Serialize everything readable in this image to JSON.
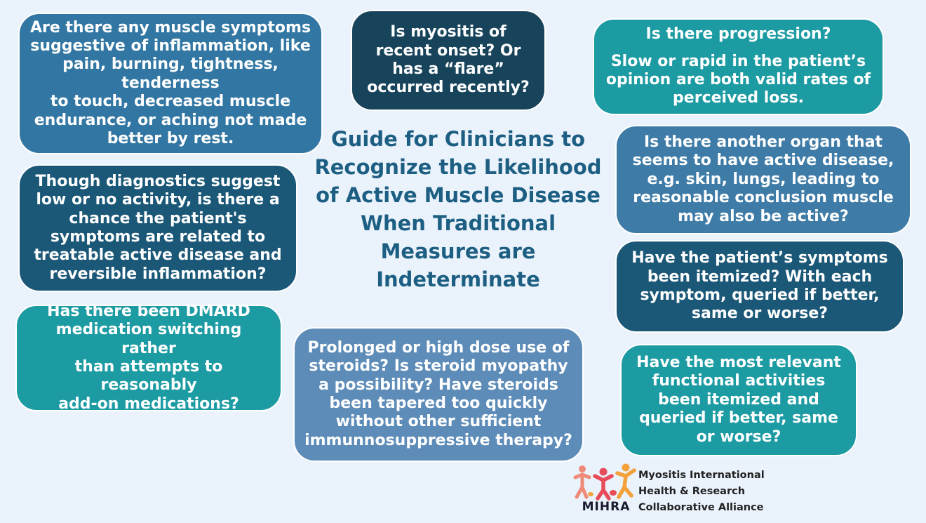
{
  "title_lines": [
    "Guide for Clinicians to",
    "Recognize the Likelihood",
    "of Active Muscle Disease",
    "When Traditional",
    "Measures are",
    "Indeterminate"
  ],
  "boxes": {
    "muscle_symptoms": [
      "Are there any muscle symptoms",
      "suggestive of inflammation, like",
      "pain, burning, tightness, tenderness",
      "to touch, decreased muscle",
      "endurance, or aching not made",
      "better by rest."
    ],
    "recent_onset": [
      "Is myositis of",
      "recent onset? Or",
      "has a “flare”",
      "occurred recently?"
    ],
    "progression": {
      "question": "Is there progression?",
      "detail": [
        "Slow or rapid in the patient’s",
        "opinion are both valid rates of",
        "perceived loss."
      ]
    },
    "diagnostics": [
      "Though diagnostics suggest",
      "low or no activity, is there a",
      "chance the patient's",
      "symptoms are related to",
      "treatable active disease and",
      "reversible inflammation?"
    ],
    "other_organ": [
      "Is there another organ that",
      "seems to have active disease,",
      "e.g. skin, lungs, leading to",
      "reasonable conclusion muscle",
      "may also be active?"
    ],
    "symptoms_itemized": [
      "Have the patient’s symptoms",
      "been itemized? With each",
      "symptom, queried if better,",
      "same or worse?"
    ],
    "dmard": [
      "Has there been DMARD",
      "medication switching rather",
      "than attempts to reasonably",
      "add-on medications?"
    ],
    "steroids": [
      "Prolonged or high dose use of",
      "steroids? Is steroid myopathy",
      "a possibility? Have steroids",
      "been tapered too quickly",
      "without other sufficient",
      "immunnosuppressive therapy?"
    ],
    "functional": [
      "Have the most relevant",
      "functional activities",
      "been itemized and",
      "queried if better, same",
      "or worse?"
    ]
  },
  "logo": {
    "abbr": "MIHRA",
    "org_lines": [
      "Myositis International",
      "Health & Research",
      "Collaborative Alliance"
    ]
  },
  "colors": {
    "background": "#eaf2fb",
    "title": "#1d5f83",
    "steel_blue": "#3277a3",
    "navy": "#1b5878",
    "dark_navy": "#17435b",
    "teal": "#1c9ba3",
    "logo_red": "#e84c5a",
    "logo_orange": "#f3a23b",
    "logo_salmon": "#ef8a78"
  }
}
